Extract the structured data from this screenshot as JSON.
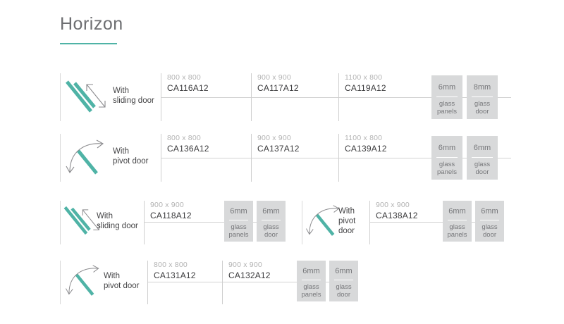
{
  "header": {
    "title": "Horizon",
    "accent_color": "#4fb3a6"
  },
  "legend": {
    "sliding_icon": "sliding-door-icon",
    "pivot_icon": "pivot-door-icon"
  },
  "rows": [
    {
      "icon": "sliding-door-icon",
      "door_label": "With\nsliding door",
      "cells": [
        {
          "size": "800 x 800",
          "code": "CA116A12"
        },
        {
          "size": "900 x 900",
          "code": "CA117A12"
        },
        {
          "size": "1100 x 800",
          "code": "CA119A12"
        }
      ],
      "specs": [
        {
          "mm": "6mm",
          "kind": "glass\npanels"
        },
        {
          "mm": "8mm",
          "kind": "glass\ndoor"
        }
      ]
    },
    {
      "icon": "pivot-door-icon",
      "door_label": "With\npivot door",
      "cells": [
        {
          "size": "800 x 800",
          "code": "CA136A12"
        },
        {
          "size": "900 x 900",
          "code": "CA137A12"
        },
        {
          "size": "1100 x 800",
          "code": "CA139A12"
        }
      ],
      "specs": [
        {
          "mm": "6mm",
          "kind": "glass\npanels"
        },
        {
          "mm": "6mm",
          "kind": "glass\ndoor"
        }
      ]
    },
    {
      "icon": "sliding-door-icon",
      "door_label": "With\nsliding door",
      "cells": [
        {
          "size": "900 x 900",
          "code": "CA118A12"
        }
      ],
      "specs": [
        {
          "mm": "6mm",
          "kind": "glass\npanels"
        },
        {
          "mm": "6mm",
          "kind": "glass\ndoor"
        }
      ]
    },
    {
      "icon": "pivot-door-icon",
      "door_label": "With\npivot\ndoor",
      "cells": [
        {
          "size": "900 x 900",
          "code": "CA138A12"
        }
      ],
      "specs": [
        {
          "mm": "6mm",
          "kind": "glass\npanels"
        },
        {
          "mm": "6mm",
          "kind": "glass\ndoor"
        }
      ]
    },
    {
      "icon": "pivot-door-icon",
      "door_label": "With\npivot door",
      "cells": [
        {
          "size": "800 x 800",
          "code": "CA131A12"
        },
        {
          "size": "900 x 900",
          "code": "CA132A12"
        }
      ],
      "specs": [
        {
          "mm": "6mm",
          "kind": "glass\npanels"
        },
        {
          "mm": "6mm",
          "kind": "glass\ndoor"
        }
      ]
    }
  ]
}
